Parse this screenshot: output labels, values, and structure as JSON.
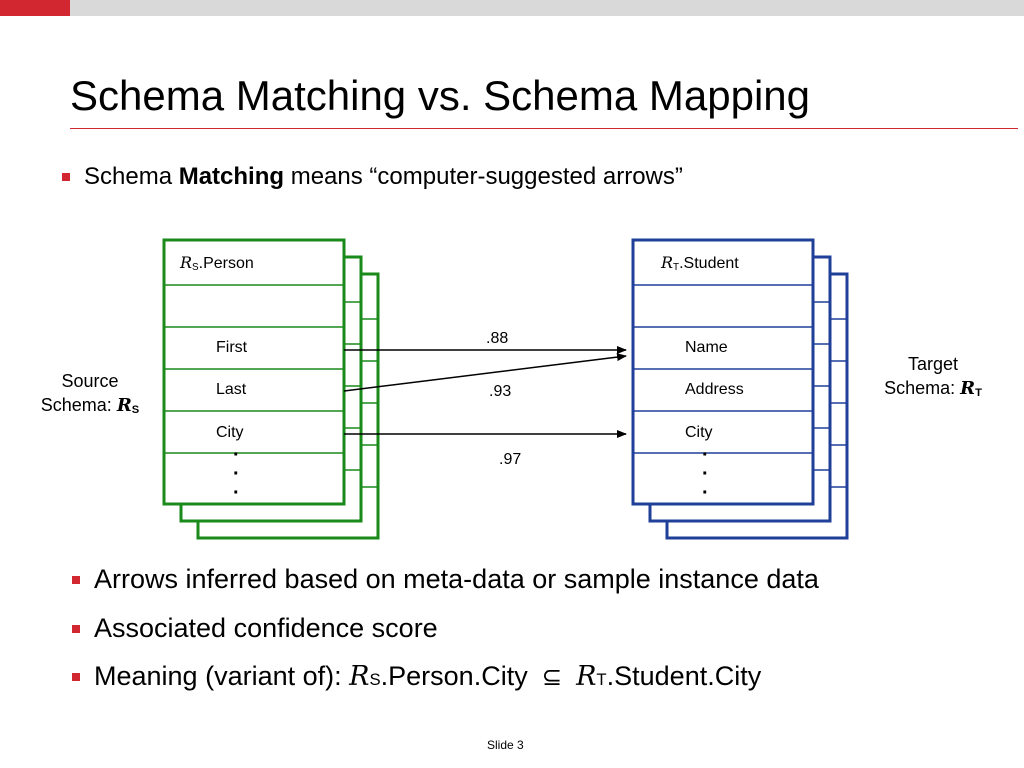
{
  "slide": {
    "title": "Schema Matching vs. Schema Mapping",
    "slide_number": "Slide 3",
    "accent_color": "#d22630"
  },
  "intro_bullet": {
    "prefix": "Schema ",
    "bold": "Matching",
    "suffix": " means “computer-suggested arrows”"
  },
  "source": {
    "label_line1": "Source",
    "label_line2": "Schema: ",
    "symbol": "R",
    "symbol_sub": "S",
    "table_prefix": "R",
    "table_sub": "S",
    "table_name": ".Person",
    "fields": [
      "First",
      "Last",
      "City"
    ],
    "color": "#1a8a1a"
  },
  "target": {
    "label_line1": "Target",
    "label_line2": "Schema: ",
    "symbol": "R",
    "symbol_sub": "T",
    "table_prefix": "R",
    "table_sub": "T",
    "table_name": ".Student",
    "fields": [
      "Name",
      "Address",
      "City"
    ],
    "color": "#1f3f99"
  },
  "scores": [
    ".88",
    ".93",
    ".97"
  ],
  "bullets": [
    "Arrows inferred based on meta-data or sample instance data",
    "Associated confidence score"
  ],
  "meaning": {
    "prefix": "Meaning (variant of): ",
    "left_R": "R",
    "left_sub": "S",
    "left_rest": ".Person.City",
    "subset_symbol": "⊆",
    "right_R": "R",
    "right_sub": "T",
    "right_rest": ".Student.City"
  }
}
